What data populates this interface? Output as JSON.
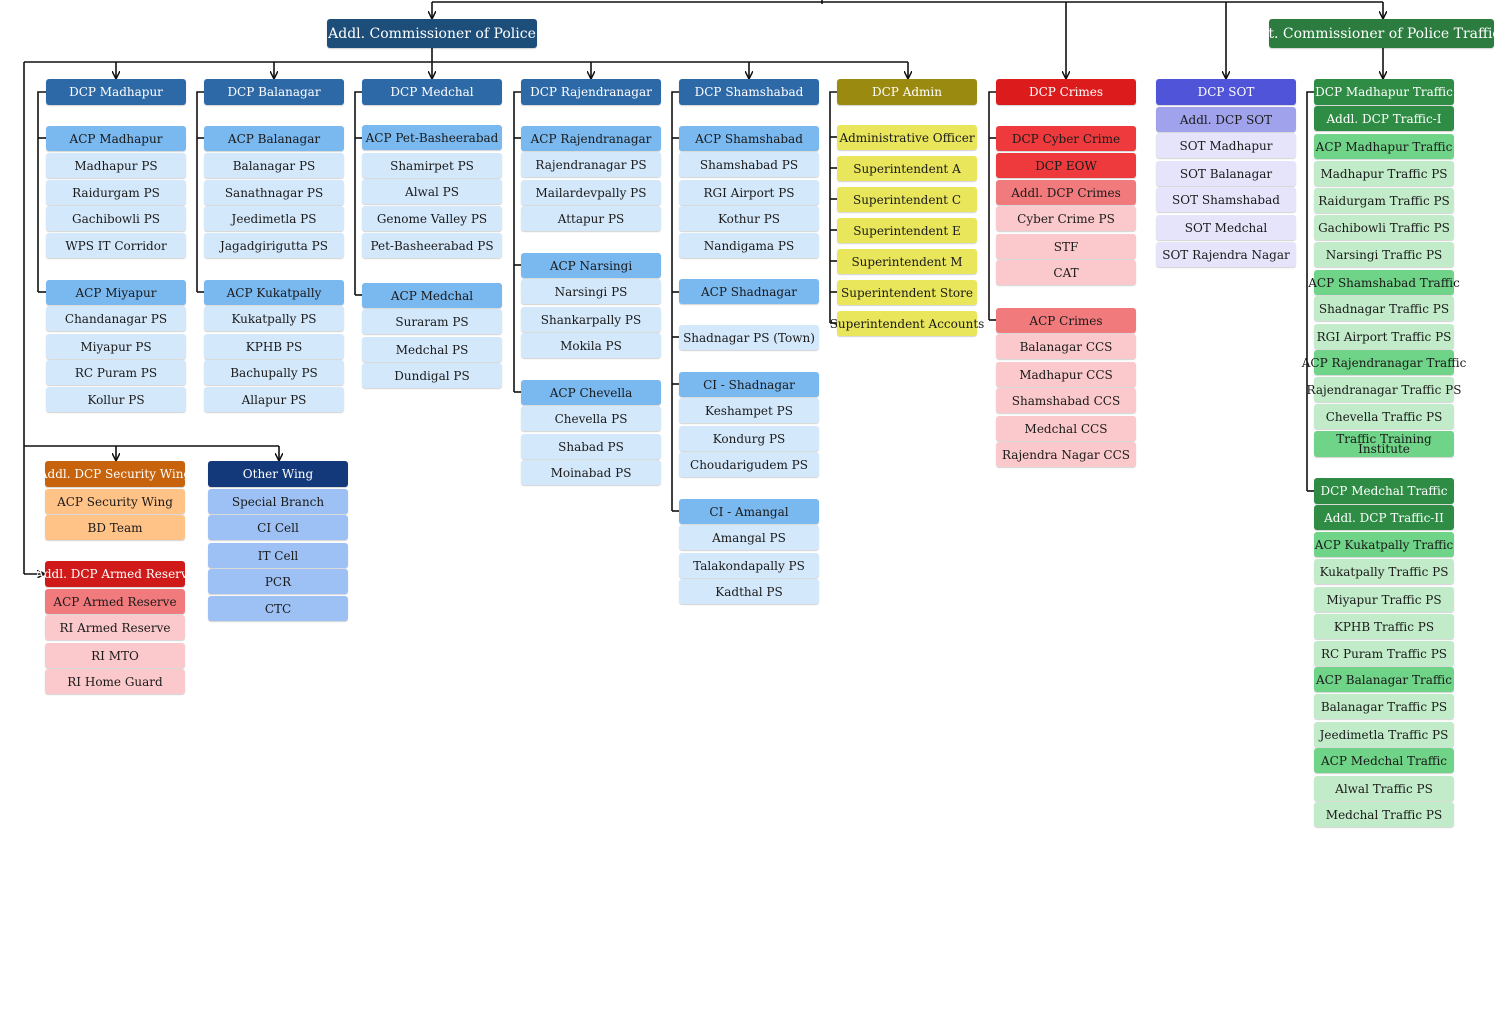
{
  "colors": {
    "navy": "#1d4e7a",
    "blue_dark": "#2d69a6",
    "blue_mid": "#7ab8f0",
    "blue_light": "#d4e8fb",
    "olive": "#9b8a10",
    "yellow": "#e9e65b",
    "red_dark": "#dc1c1c",
    "red_mid": "#f17a7d",
    "red_light": "#fbc9cb",
    "sot_dark": "#5054d8",
    "sot_mid": "#a0a2ec",
    "sot_light": "#e5e4fb",
    "green_dark": "#2e8c44",
    "green_mid": "#6fd388",
    "green_light": "#c2ecc9",
    "orange_dark": "#c6630c",
    "orange_light": "#ffc287",
    "ow_dark": "#13397a",
    "ow_light": "#9ec1f5",
    "line": "#111111"
  },
  "top": {
    "addl_cp": "Addl. Commissioner of Police",
    "jt_cp": "Jt. Commissioner of Police Traffic"
  },
  "madhapur": {
    "dcp": "DCP Madhapur",
    "acp1": "ACP Madhapur",
    "ps1": [
      "Madhapur PS",
      "Raidurgam PS",
      "Gachibowli PS",
      "WPS IT Corridor"
    ],
    "acp2": "ACP Miyapur",
    "ps2": [
      "Chandanagar PS",
      "Miyapur PS",
      "RC Puram PS",
      "Kollur PS"
    ]
  },
  "balanagar": {
    "dcp": "DCP Balanagar",
    "acp1": "ACP Balanagar",
    "ps1": [
      "Balanagar PS",
      "Sanathnagar PS",
      "Jeedimetla PS",
      "Jagadgirigutta PS"
    ],
    "acp2": "ACP Kukatpally",
    "ps2": [
      "Kukatpally PS",
      "KPHB PS",
      "Bachupally PS",
      "Allapur PS"
    ]
  },
  "medchal": {
    "dcp": "DCP Medchal",
    "acp1": "ACP Pet-Basheerabad",
    "ps1": [
      "Shamirpet PS",
      "Alwal PS",
      "Genome Valley PS",
      "Pet-Basheerabad PS"
    ],
    "acp2": "ACP Medchal",
    "ps2": [
      "Suraram  PS",
      "Medchal PS",
      "Dundigal PS"
    ]
  },
  "rajendranagar": {
    "dcp": "DCP Rajendranagar",
    "acp1": "ACP Rajendranagar",
    "ps1": [
      "Rajendranagar PS",
      "Mailardevpally PS",
      "Attapur PS"
    ],
    "acp2": "ACP Narsingi",
    "ps2": [
      "Narsingi PS",
      "Shankarpally PS",
      "Mokila PS"
    ],
    "acp3": "ACP Chevella",
    "ps3": [
      "Chevella PS",
      "Shabad PS",
      "Moinabad PS"
    ]
  },
  "shamshabad": {
    "dcp": "DCP Shamshabad",
    "acp1": "ACP Shamshabad",
    "ps1": [
      "Shamshabad PS",
      "RGI Airport PS",
      "Kothur PS",
      "Nandigama PS"
    ],
    "acp2": "ACP Shadnagar",
    "ps_town": "Shadnagar PS (Town)",
    "ci1": "CI - Shadnagar",
    "ps3": [
      "Keshampet PS",
      "Kondurg PS",
      "Choudarigudem PS"
    ],
    "ci2": "CI - Amangal",
    "ps4": [
      "Amangal PS",
      "Talakondapally PS",
      "Kadthal PS"
    ]
  },
  "admin": {
    "dcp": "DCP Admin",
    "items": [
      "Administrative Officer",
      "Superintendent  A",
      "Superintendent  C",
      "Superintendent  E",
      "Superintendent  M",
      "Superintendent Store",
      "Superintendent Accounts"
    ]
  },
  "crimes": {
    "dcp": "DCP Crimes",
    "cyber": "DCP Cyber Crime",
    "eow": "DCP EOW",
    "addl": "Addl. DCP Crimes",
    "units": [
      "Cyber Crime PS",
      "STF",
      "CAT"
    ],
    "acp": "ACP Crimes",
    "ccs": [
      "Balanagar CCS",
      "Madhapur CCS",
      "Shamshabad CCS",
      "Medchal CCS",
      "Rajendra Nagar CCS"
    ]
  },
  "sot": {
    "dcp": "DCP SOT",
    "addl": "Addl. DCP SOT",
    "items": [
      "SOT Madhapur",
      "SOT Balanagar",
      "SOT Shamshabad",
      "SOT Medchal",
      "SOT Rajendra Nagar"
    ]
  },
  "traffic": {
    "dcp1": "DCP Madhapur Traffic",
    "addl1": "Addl. DCP Traffic-I",
    "acp1": "ACP Madhapur Traffic",
    "ps1": [
      "Madhapur Traffic PS",
      "Raidurgam Traffic PS",
      "Gachibowli Traffic PS",
      "Narsingi Traffic PS"
    ],
    "acp2": "ACP Shamshabad Traffic",
    "ps2": [
      "Shadnagar Traffic PS",
      "RGI Airport Traffic PS"
    ],
    "acp3": "ACP Rajendranagar Traffic",
    "ps3": [
      "Rajendranagar Traffic PS",
      "Chevella Traffic PS"
    ],
    "training": "Traffic Training Institute",
    "dcp2": "DCP Medchal Traffic",
    "addl2": "Addl. DCP Traffic-II",
    "acp4": "ACP Kukatpally Traffic",
    "ps4": [
      "Kukatpally Traffic PS",
      "Miyapur Traffic PS",
      "KPHB Traffic PS",
      "RC Puram Traffic PS"
    ],
    "acp5": "ACP Balanagar Traffic",
    "ps5": [
      "Balanagar Traffic PS",
      "Jeedimetla Traffic PS"
    ],
    "acp6": "ACP Medchal Traffic",
    "ps6": [
      "Alwal Traffic PS",
      "Medchal Traffic PS"
    ]
  },
  "security": {
    "addl": "Addl. DCP Security Wing",
    "acp": "ACP Security Wing",
    "team": "BD Team"
  },
  "other": {
    "head": "Other Wing",
    "items": [
      "Special Branch",
      "CI Cell",
      "IT Cell",
      "PCR",
      "CTC"
    ]
  },
  "armed": {
    "addl": "Addl. DCP Armed Reserve",
    "acp": "ACP Armed Reserve",
    "items": [
      "RI Armed Reserve",
      "RI MTO",
      "RI Home Guard"
    ]
  }
}
